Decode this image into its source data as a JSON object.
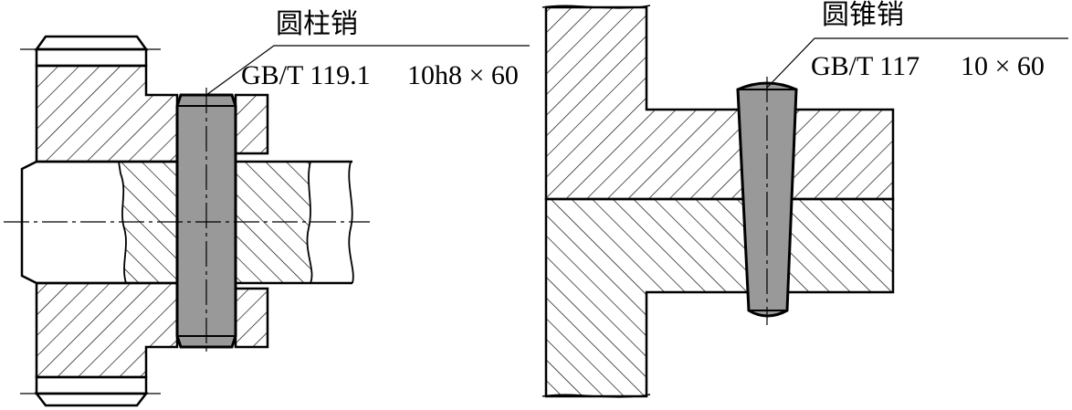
{
  "cylindrical_pin": {
    "name": "圆柱销",
    "standard": "GB/T 119.1",
    "size": "10h8 × 60"
  },
  "taper_pin": {
    "name": "圆锥销",
    "standard": "GB/T 117",
    "size": "10 × 60"
  },
  "colors": {
    "line": "#000000",
    "pin_fill": "#999999",
    "background": "#ffffff"
  }
}
